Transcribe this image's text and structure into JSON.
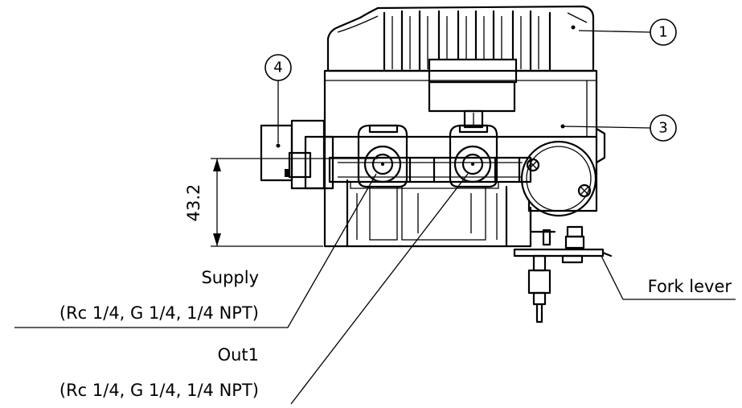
{
  "callouts": [
    {
      "id": "1",
      "label": "1"
    },
    {
      "id": "3",
      "label": "3"
    },
    {
      "id": "4",
      "label": "4"
    }
  ],
  "dimension": {
    "value": "43.2"
  },
  "labels": {
    "supply_title": "Supply",
    "supply_spec": "(Rc 1/4, G 1/4, 1/4 NPT)",
    "out1_title": "Out1",
    "out1_spec": "(Rc 1/4, G 1/4, 1/4 NPT)",
    "fork_lever": "Fork lever"
  }
}
